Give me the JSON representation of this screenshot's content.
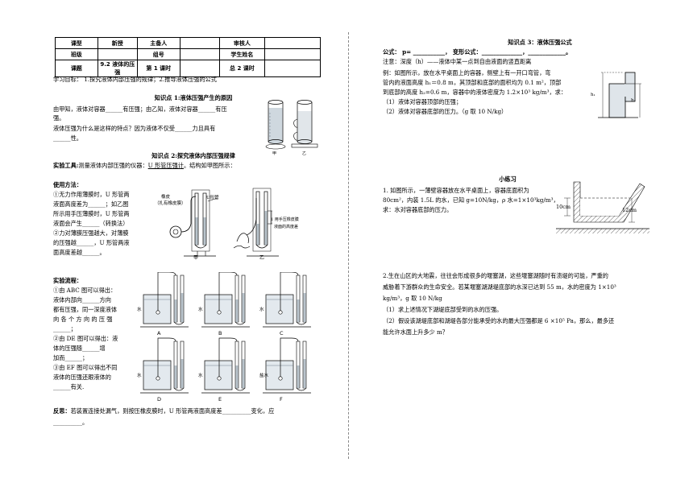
{
  "header": {
    "rows": [
      [
        "课型",
        "新授",
        "主备人",
        "",
        "审核人",
        ""
      ],
      [
        "班级",
        "",
        "组号",
        "",
        "学生姓名",
        ""
      ],
      [
        "课题",
        "9.2 液体的压强",
        "第 1 课时",
        "",
        "总 2 课时",
        ""
      ]
    ]
  },
  "left": {
    "goals": "学习目标：   1.探究液体内部压强的规律；2.推导液体压强的公式",
    "kp1_title": "知识点 1:液体压强产生的原因",
    "kp1_l1": "由甲知，液体对容器______有压强；由乙知，液体对容器______有压",
    "kp1_l2": "强。",
    "kp1_l3": "液体压强为什么是这样的特点？因为液体不仅受______力且具有",
    "kp1_l4": "______性。",
    "fig1_jia": "甲",
    "fig1_yi": "乙",
    "kp2_title": "知识点 2:探究液体内部压强规律",
    "tool_label": "实验工具:",
    "tool_text": "测量液体内部压强的仪器：",
    "tool_name": "U 形管压强计",
    "tool_rest": "。结构如甲图所示：",
    "usage_title": "使用方法：",
    "usage_l1": "①无力作用薄膜时，U 形管两",
    "usage_l2": "液面高度差为______；如乙图",
    "usage_l3": "所示用手压薄膜时，U 形管两",
    "usage_l4": "液面会产生______（转换法）",
    "usage_l5": "②力对薄膜压强越大，对薄膜",
    "usage_l6": "的压强越______，U 形管两液",
    "usage_l7": "面高度差越______。",
    "gauge_label1": "橡皮",
    "gauge_label2": "（扎有橡皮膜）",
    "gauge_label3": "U形管",
    "gauge_label4": "1  用手压橡皮膜",
    "gauge_label5": "液面的高度差",
    "gauge_jia": "甲",
    "gauge_yi": "乙",
    "flow_title": "实验流程：",
    "flow_l1": "①由 ABC 图可以得出：",
    "flow_l2": "液体内部向______方向",
    "flow_l3": "都有压强，同一深度液体",
    "flow_l4": "向 各 个 方 向 的 压 强",
    "flow_l5": "______；",
    "flow_l6": "②由 DE 图可以得出：液",
    "flow_l7": "体的压强随______增",
    "flow_l8": "加而______；",
    "flow_l9": "③由 EF 图可以得出不同",
    "flow_l10": "液体的压强还跟液体的",
    "flow_l11": "______有关.",
    "beaker_labels": [
      "A",
      "B",
      "C",
      "D",
      "E",
      "F"
    ],
    "beaker_liquid": [
      "水",
      "水",
      "水",
      "水",
      "水",
      "盐水"
    ],
    "reflect_label": "反思：",
    "reflect_l1": "若装置连接处漏气，则按压橡皮膜时，U 形管两液面高度差__________变化，应",
    "reflect_l2": "__________。"
  },
  "right": {
    "kp3_title": "知识点 3：液体压强公式",
    "formula": "公式：  p= ___________，  变形公式：______________，_____________。",
    "note": "注意：深度（h）——液体中某一点到自由液面的竖直距离",
    "ex_l1": "例：如图所示，放在水平桌面上的容器，侧壁上有一开口弯管，弯",
    "ex_l2": "管内的液面高度 h₁＝0.8 m，其顶部和底部的面积均为 0.1 m²，顶部",
    "ex_l3": "到底部的高度 h₂=0.6 m，容器中的液体密度为 1.2×10³ kg/m³，求：",
    "ex_q1": "（1）液体对容器顶部的压强；",
    "ex_q2": "（2）液体对容器底部的压力。（g 取 10  N/kg）",
    "ex_h1": "h₁",
    "ex_h2": "h₂",
    "practice_title": "小练习",
    "p1_l1": "1. 如图所示，一薄壁容器放在水平桌面上，容器底面积为",
    "p1_l2": "80cm²，内装 1.5L 的水，已知 g=10N/kg，ρ 水=1×10³kg/m³，",
    "p1_l3": "求：水对容器底部的压力。",
    "p1_dim1": "10cm",
    "p1_dim2": "12cm",
    "p2_l1": "2.生在山区的大地震，往往会形成很多的堰塞湖，这些堰塞湖随时有溃堤的可能，严重的",
    "p2_l2": "威胁着下游群众的生命安全。若某堰塞湖湖堤底部的水深已达到 55 m，水的密度为 1×10³",
    "p2_l3": "kg/m³，g 取 10 N/kg",
    "p2_q1": "（1）求上述情况下湖堤底部受到的水的压强。",
    "p2_q2": "（2）假设该湖堤底部和湖堤各部分能承受的水的最大压强都是 6 ×10⁵ Pa，那么，最多还",
    "p2_q3": "能允许水面上升多少 m？"
  }
}
